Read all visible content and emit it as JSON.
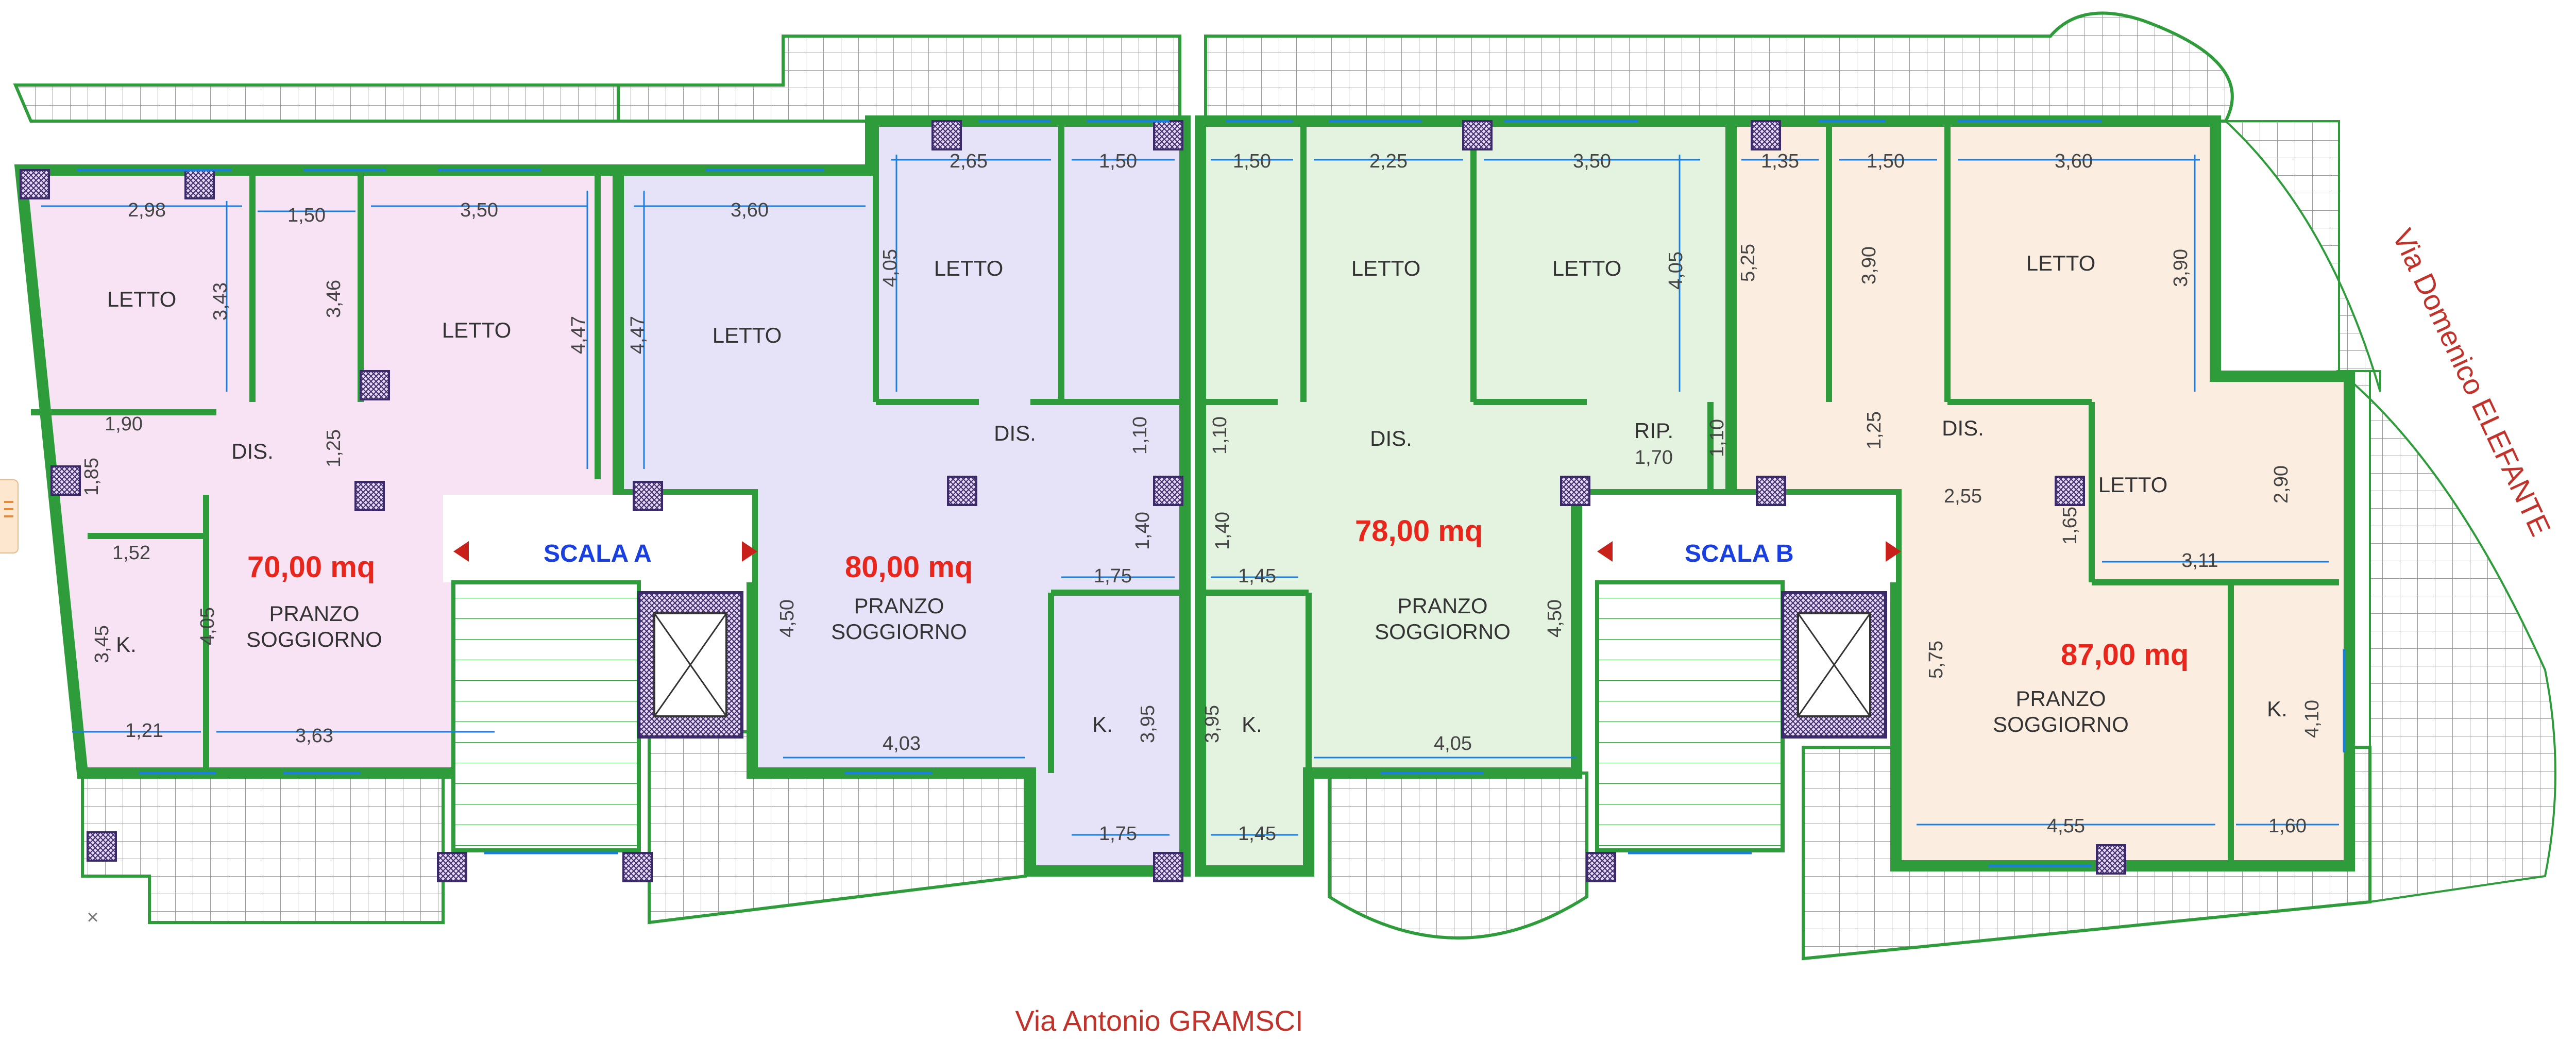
{
  "streets": {
    "bottom": "Via Antonio GRAMSCI",
    "right": "Via Domenico ELEFANTE"
  },
  "stairs": {
    "a": "SCALA A",
    "b": "SCALA B"
  },
  "areas": {
    "apt1": "70,00 mq",
    "apt2": "80,00 mq",
    "apt3": "78,00 mq",
    "apt4": "87,00 mq"
  },
  "rooms": {
    "letto": "LETTO",
    "dis": "DIS.",
    "pranzo": "PRANZO",
    "soggiorno": "SOGGIORNO",
    "k": "K.",
    "rip": "RIP."
  },
  "dims": {
    "a1": "2,98",
    "a2": "1,50",
    "a3": "3,50",
    "a4": "3,43",
    "a5": "3,46",
    "a6": "4,47",
    "a7": "1,90",
    "a8": "1,85",
    "a9": "1,25",
    "a10": "1,52",
    "a11": "3,45",
    "a12": "4,05",
    "a13": "1,21",
    "a14": "3,63",
    "b1": "3,60",
    "b2": "2,65",
    "b3": "1,50",
    "b4": "4,47",
    "b5": "4,05",
    "b6": "1,10",
    "b7": "1,40",
    "b8": "1,75",
    "b9": "4,50",
    "b10": "4,03",
    "b11": "3,95",
    "b12": "1,75",
    "c1": "1,50",
    "c2": "2,25",
    "c3": "3,50",
    "c4": "4,05",
    "c5": "1,10",
    "c6": "1,10",
    "c7": "1,70",
    "c8": "1,40",
    "c9": "1,45",
    "c10": "4,50",
    "c11": "3,95",
    "c12": "4,05",
    "c13": "1,45",
    "d1": "1,35",
    "d2": "1,50",
    "d3": "3,60",
    "d4": "5,25",
    "d5": "3,90",
    "d6": "3,90",
    "d7": "1,25",
    "d8": "2,55",
    "d9": "2,90",
    "d10": "1,65",
    "d11": "3,11",
    "d12": "5,75",
    "d13": "4,10",
    "d14": "4,55",
    "d15": "1,60"
  },
  "colors": {
    "wall": "#2e9c3a",
    "wallFill": "#7fcf6c",
    "grid": "#8a8a8a",
    "dim": "#1a7fe0",
    "apt1": "#f8e3f4",
    "apt2": "#e6e2f7",
    "apt3": "#e3f3df",
    "apt4": "#fbeee0",
    "areaText": "#e8261c",
    "stairText": "#1a3fe0",
    "streetText": "#c0322a"
  }
}
